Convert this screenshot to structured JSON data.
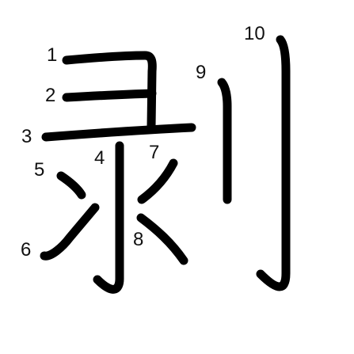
{
  "character": "剥",
  "stroke_color": "#000000",
  "label_color": "#111111",
  "strokes": [
    {
      "number": "1"
    },
    {
      "number": "2"
    },
    {
      "number": "3"
    },
    {
      "number": "4"
    },
    {
      "number": "5"
    },
    {
      "number": "6"
    },
    {
      "number": "7"
    },
    {
      "number": "8"
    },
    {
      "number": "9"
    },
    {
      "number": "10"
    }
  ]
}
